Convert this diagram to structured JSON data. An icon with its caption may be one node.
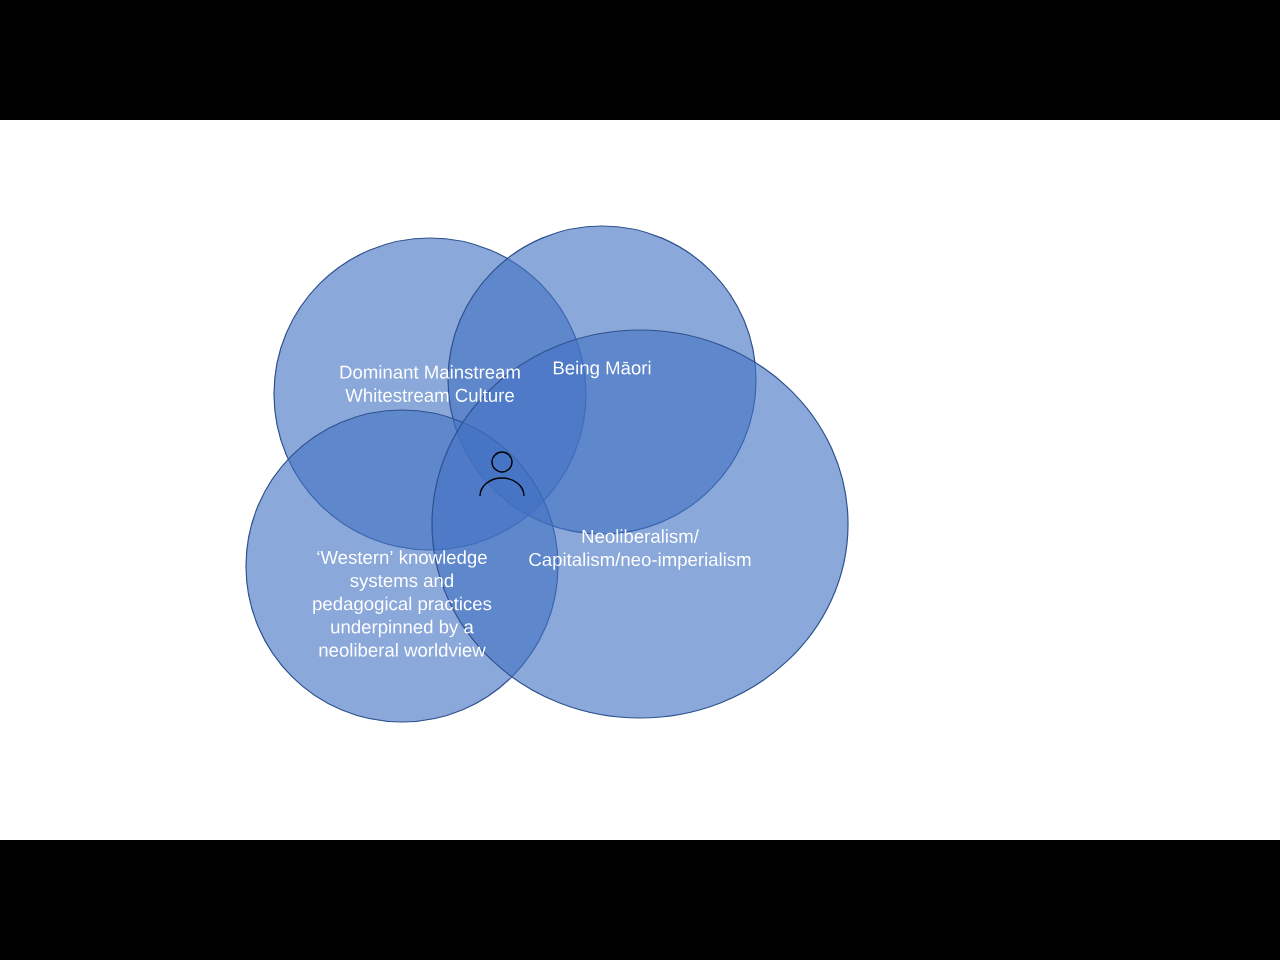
{
  "diagram": {
    "nodes": [
      {
        "text": [
          "Dominant Mainstream Whitestream Culture"
        ]
      },
      {
        "text": [
          "Being Māori"
        ]
      },
      {
        "text": [
          "‘Western’ knowledge systems and pedagogical practices underpinned by a neoliberal worldview"
        ]
      },
      {
        "text": [
          "Neoliberalism/ Capitalism/neo-imperialism"
        ]
      }
    ]
  }
}
